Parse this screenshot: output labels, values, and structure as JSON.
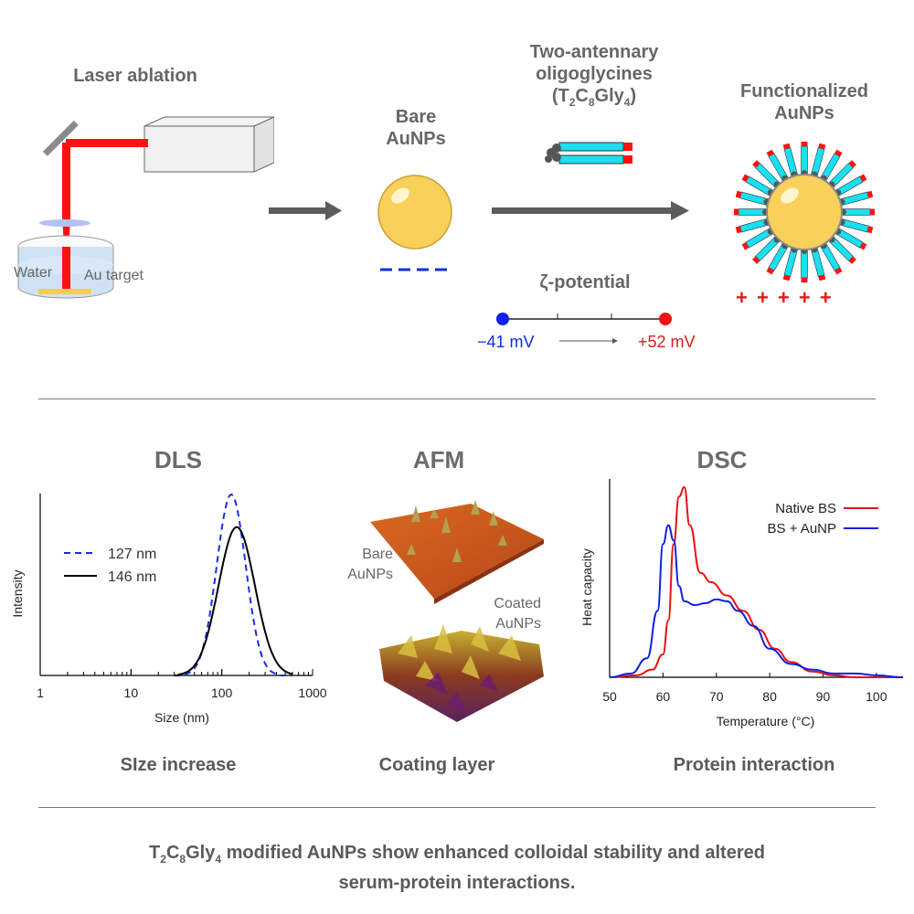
{
  "top": {
    "laser_title": "Laser ablation",
    "water_label": "Water",
    "target_label": "Au target",
    "bare_title_1": "Bare",
    "bare_title_2": "AuNPs",
    "ligand_title_1": "Two-antennary",
    "ligand_title_2": "oligoglycines",
    "ligand_formula": {
      "open": "(T",
      "s1": "2",
      "c": "C",
      "s2": "8",
      "g": "Gly",
      "s3": "4",
      "close": ")"
    },
    "func_title_1": "Functionalized",
    "func_title_2": "AuNPs",
    "plus_signs": "+ + + + +",
    "zeta_title": "ζ-potential",
    "zeta_left": "−41 mV",
    "zeta_right": "+52 mV",
    "colors": {
      "gold": "#f8cf55",
      "laser": "#ff1111",
      "antenna": "#19e0f0",
      "neg": "#1030d8",
      "pos": "#e21a1a"
    }
  },
  "panels": {
    "dls": {
      "title": "DLS",
      "caption": "SIze increase"
    },
    "afm": {
      "title": "AFM",
      "caption": "Coating layer",
      "label_bare_1": "Bare",
      "label_bare_2": "AuNPs",
      "label_coated_1": "Coated",
      "label_coated_2": "AuNPs"
    },
    "dsc": {
      "title": "DSC",
      "caption": "Protein interaction"
    }
  },
  "footer": {
    "pre": "T",
    "s1": "2",
    "c": "C",
    "s2": "8",
    "g": "Gly",
    "s3": "4",
    "line1_rest": " modified AuNPs show enhanced colloidal stability and altered",
    "line2": "serum-protein interactions."
  },
  "chart_data": [
    {
      "type": "line",
      "title": "DLS",
      "xlabel": "Size (nm)",
      "ylabel": "Intensity",
      "x_scale": "log",
      "xlim": [
        1,
        1000
      ],
      "x_ticks": [
        "1",
        "10",
        "100",
        "1000"
      ],
      "legend_position": "center-left",
      "series": [
        {
          "name": "127 nm",
          "style": "dashed",
          "color": "#1a2fe0",
          "peak_x": 127,
          "peak_y": 1.0,
          "width_log": 0.16,
          "x": [
            40,
            60,
            80,
            100,
            127,
            160,
            200,
            250,
            320
          ],
          "y": [
            0.0,
            0.1,
            0.45,
            0.82,
            1.0,
            0.82,
            0.45,
            0.12,
            0.0
          ]
        },
        {
          "name": "146 nm",
          "style": "solid",
          "color": "#000000",
          "peak_x": 146,
          "peak_y": 0.82,
          "width_log": 0.2,
          "x": [
            45,
            70,
            100,
            146,
            200,
            280,
            350,
            450
          ],
          "y": [
            0.0,
            0.25,
            0.6,
            0.82,
            0.7,
            0.35,
            0.12,
            0.0
          ]
        }
      ]
    },
    {
      "type": "line",
      "title": "DSC",
      "xlabel": "Temperature (°C)",
      "ylabel": "Heat capacity",
      "xlim": [
        50,
        105
      ],
      "x_ticks": [
        50,
        60,
        70,
        80,
        90,
        100
      ],
      "legend_position": "top-right",
      "series": [
        {
          "name": "Native BS",
          "color": "#e81010",
          "x": [
            50,
            55,
            58,
            60,
            61,
            62,
            63,
            64,
            65,
            67,
            69,
            72,
            75,
            78,
            81,
            84,
            88,
            92,
            96,
            100,
            105
          ],
          "y": [
            0,
            0.01,
            0.04,
            0.12,
            0.3,
            0.7,
            0.95,
            1.0,
            0.8,
            0.55,
            0.5,
            0.43,
            0.35,
            0.25,
            0.15,
            0.08,
            0.03,
            0.01,
            0.0,
            0.0,
            0.0
          ]
        },
        {
          "name": "BS + AuNP",
          "color": "#1020e0",
          "x": [
            50,
            54,
            57,
            59,
            60,
            61,
            62,
            63,
            64,
            66,
            68,
            70,
            72,
            74,
            77,
            80,
            84,
            88,
            92,
            96,
            100,
            105
          ],
          "y": [
            0,
            0.02,
            0.1,
            0.35,
            0.7,
            0.8,
            0.72,
            0.48,
            0.4,
            0.38,
            0.39,
            0.41,
            0.4,
            0.35,
            0.27,
            0.15,
            0.07,
            0.04,
            0.02,
            0.02,
            0.01,
            0.0
          ]
        }
      ]
    }
  ]
}
